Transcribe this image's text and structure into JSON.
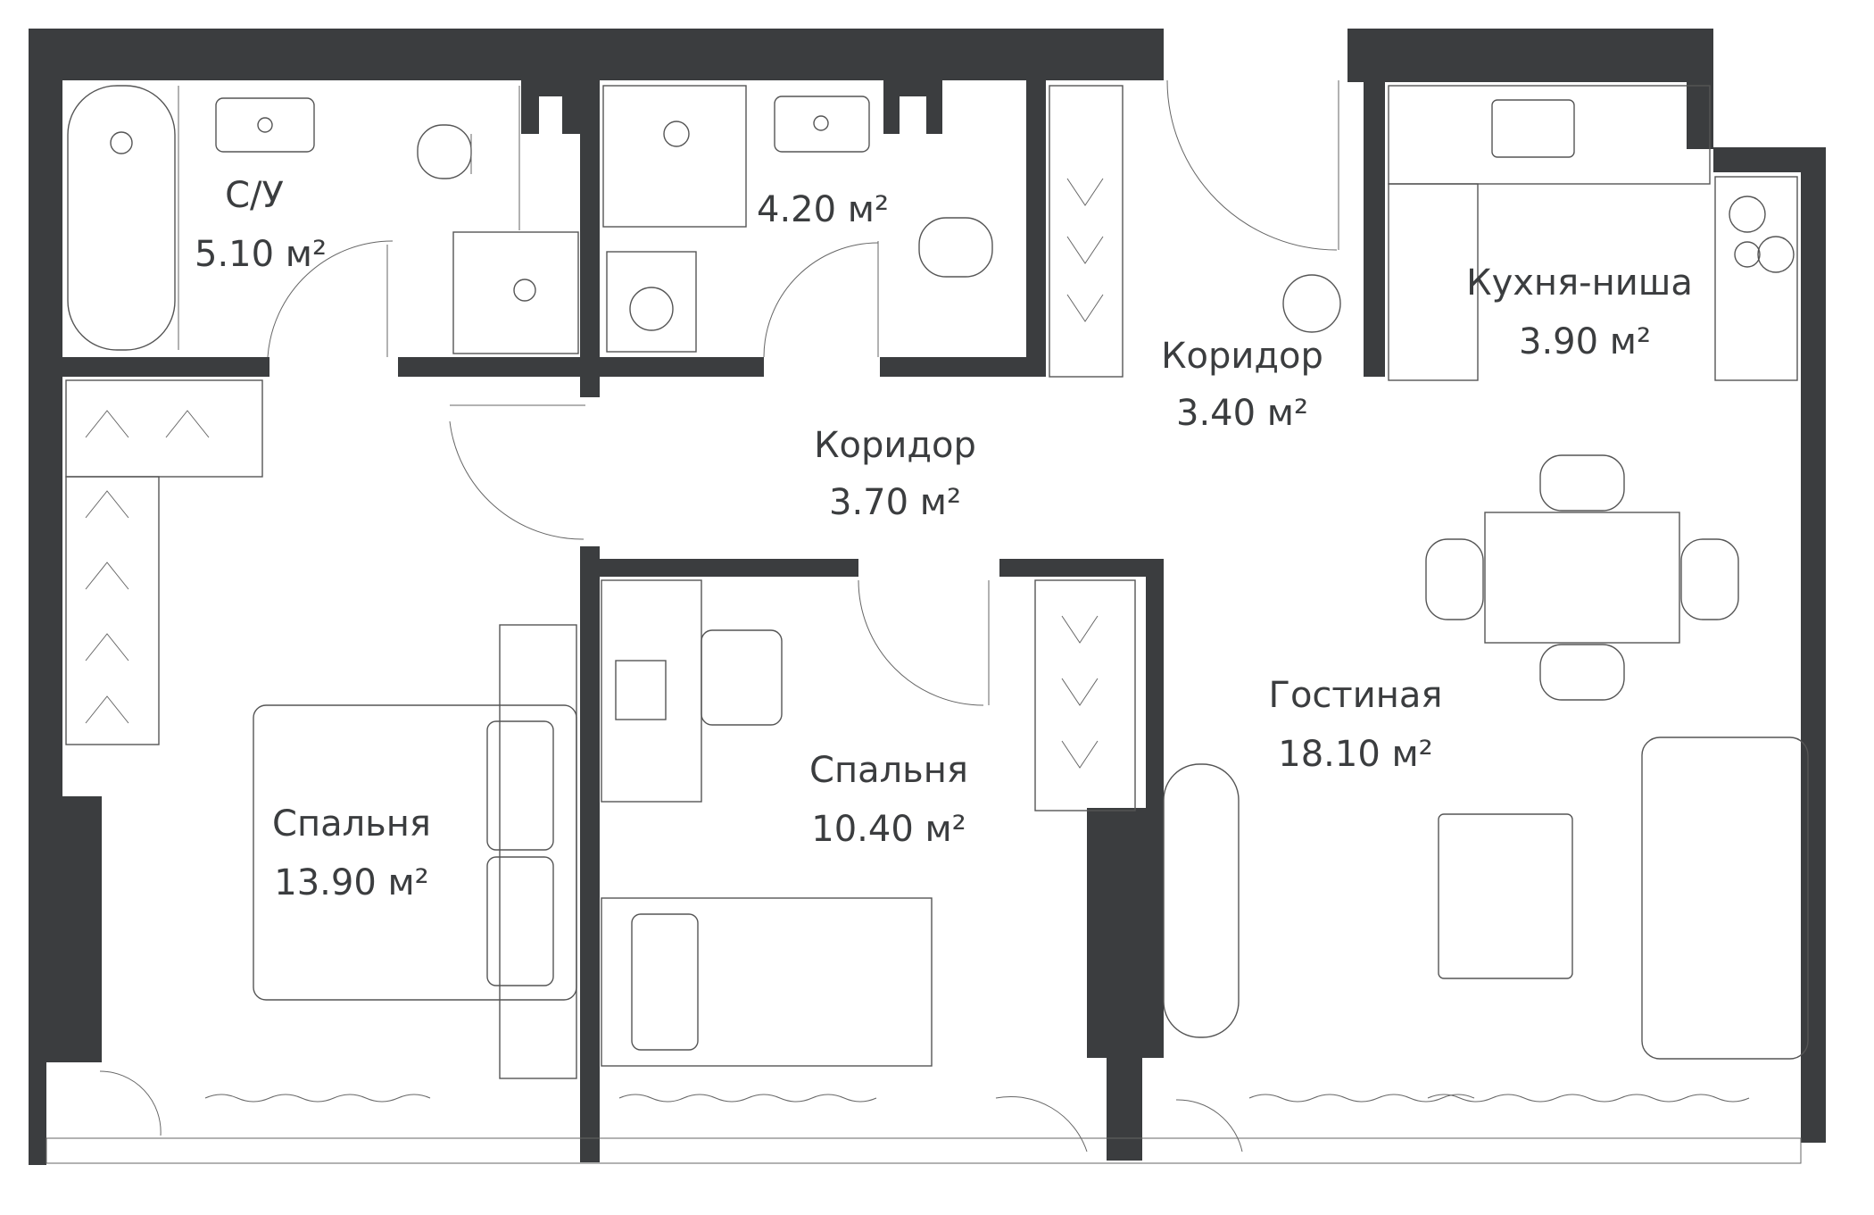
{
  "rooms": [
    {
      "id": "bathroom-1",
      "name": "С/У",
      "area": "5.10 м²"
    },
    {
      "id": "bathroom-2",
      "name": "",
      "area": "4.20 м²"
    },
    {
      "id": "corridor-entrance",
      "name": "Коридор",
      "area": "3.40 м²"
    },
    {
      "id": "kitchen-niche",
      "name": "Кухня-ниша",
      "area": "3.90 м²"
    },
    {
      "id": "corridor-hall",
      "name": "Коридор",
      "area": "3.70 м²"
    },
    {
      "id": "living-room",
      "name": "Гостиная",
      "area": "18.10 м²"
    },
    {
      "id": "bedroom-small",
      "name": "Спальня",
      "area": "10.40 м²"
    },
    {
      "id": "bedroom-master",
      "name": "Спальня",
      "area": "13.90 м²"
    }
  ],
  "colors": {
    "wall": "#3b3d3f",
    "line": "#555555",
    "background": "#ffffff"
  }
}
